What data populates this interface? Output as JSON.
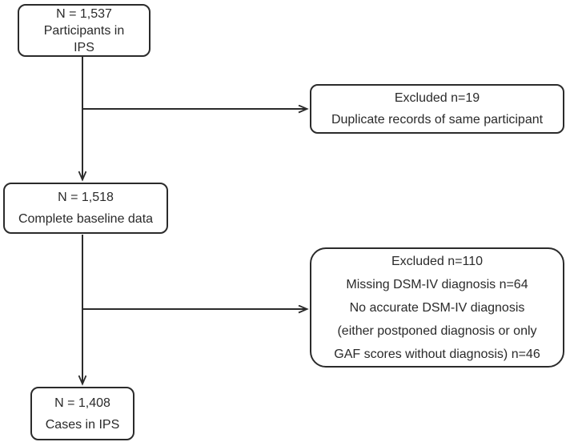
{
  "colors": {
    "line": "#2b2b2b",
    "text": "#2a2a2a",
    "background": "#ffffff"
  },
  "boxes": {
    "participants": {
      "lines": [
        "N = 1,537",
        "Participants in",
        "IPS"
      ]
    },
    "excluded_duplicates": {
      "lines": [
        "Excluded n=19",
        "Duplicate records of same participant"
      ]
    },
    "baseline": {
      "lines": [
        "N = 1,518",
        "Complete baseline data"
      ]
    },
    "excluded_diagnosis": {
      "lines": [
        "Excluded n=110",
        "Missing DSM-IV diagnosis n=64",
        "No accurate DSM-IV diagnosis",
        "(either postponed diagnosis or only",
        "GAF scores without diagnosis) n=46"
      ]
    },
    "cases": {
      "lines": [
        "N = 1,408",
        "Cases in IPS"
      ]
    }
  }
}
